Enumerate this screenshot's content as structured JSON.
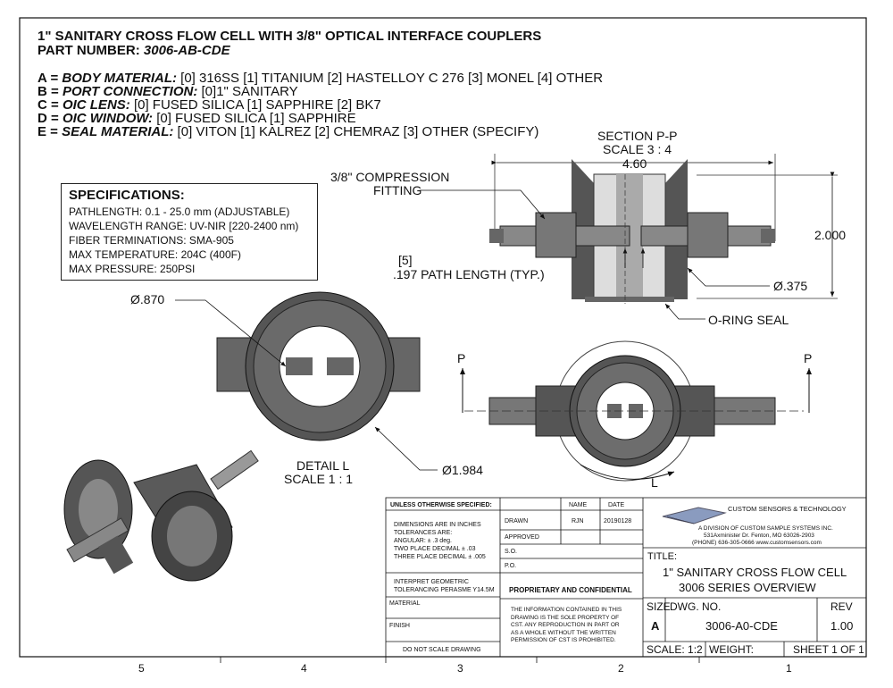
{
  "header": {
    "line1": "1\" SANITARY CROSS FLOW CELL WITH 3/8\" OPTICAL INTERFACE COUPLERS",
    "line2_label": "PART NUMBER: ",
    "line2_value": "3006-AB-CDE"
  },
  "options": [
    {
      "key": "A = ",
      "name": "BODY MATERIAL:",
      "values": " [0] 316SS [1] TITANIUM [2] HASTELLOY C 276 [3] MONEL [4] OTHER"
    },
    {
      "key": "B = ",
      "name": "PORT CONNECTION:",
      "values": " [0]1\" SANITARY"
    },
    {
      "key": "C = ",
      "name": "OIC LENS:",
      "values": " [0] FUSED SILICA [1] SAPPHIRE [2] BK7"
    },
    {
      "key": "D = ",
      "name": "OIC WINDOW:",
      "values": " [0] FUSED SILICA [1] SAPPHIRE"
    },
    {
      "key": "E = ",
      "name": "SEAL MATERIAL:",
      "values": " [0] VITON [1] KALREZ [2] CHEMRAZ [3] OTHER (SPECIFY)"
    }
  ],
  "specs": {
    "heading": "SPECIFICATIONS:",
    "lines": [
      "PATHLENGTH: 0.1 - 25.0 mm (ADJUSTABLE)",
      "WAVELENGTH RANGE: UV-NIR [220-2400 nm)",
      "FIBER TERMINATIONS: SMA-905",
      "MAX TEMPERATURE: 204C (400F)",
      "MAX PRESSURE: 250PSI"
    ]
  },
  "section": {
    "title": "SECTION P-P",
    "scale": "SCALE 3 : 4",
    "width_dim": "4.60",
    "height_dim": "2.000",
    "fitting_1": "3/8\" COMPRESSION",
    "fitting_2": "FITTING",
    "path_bracket": "[5]",
    "path_label": ".197 PATH LENGTH (TYP.)",
    "dia": "Ø.375",
    "oring": "O-RING SEAL"
  },
  "detail": {
    "dia_small": "Ø.870",
    "dia_large": "Ø1.984",
    "title": "DETAIL L",
    "scale": "SCALE 1 : 1",
    "label_l": "L"
  },
  "view_labels": {
    "p_left": "P",
    "p_right": "P"
  },
  "titleblock": {
    "unless": "UNLESS OTHERWISE SPECIFIED:",
    "name_h": "NAME",
    "date_h": "DATE",
    "dims_lines": [
      "DIMENSIONS ARE IN INCHES",
      "TOLERANCES ARE:",
      "ANGULAR: ± .3 deg.",
      "TWO PLACE DECIMAL   ± .03",
      "THREE PLACE DECIMAL  ± .005"
    ],
    "drawn": "DRAWN",
    "drawn_name": "RJN",
    "drawn_date": "20190128",
    "approved": "APPROVED",
    "so": "S.O.",
    "po": "P.O.",
    "interpret_1": "INTERPRET GEOMETRIC",
    "interpret_2": "TOLERANCING PERASME Y14.5M",
    "material": "MATERIAL",
    "finish": "FINISH",
    "noscale": "DO NOT SCALE DRAWING",
    "proprietary": "PROPRIETARY AND CONFIDENTIAL",
    "prop_lines": [
      "THE INFORMATION CONTAINED IN THIS",
      "DRAWING IS THE SOLE PROPERTY OF",
      "CST.  ANY REPRODUCTION IN PART OR",
      "AS A WHOLE WITHOUT THE WRITTEN",
      "PERMISSION OF CST IS PROHIBITED."
    ],
    "company": "CUSTOM SENSORS & TECHNOLOGY",
    "division": "A DIVISION OF CUSTOM SAMPLE SYSTEMS INC.",
    "address": "531Axminister Dr. Fenton, MO 63026-2903",
    "phone": "(PHONE) 636-305-0666     www.customsensors.com",
    "title_label": "TITLE:",
    "title_1": "1\" SANITARY CROSS FLOW CELL",
    "title_2": "3006 SERIES OVERVIEW",
    "size_label": "SIZE",
    "size": "A",
    "dwg_label": "DWG.  NO.",
    "dwg": "3006-A0-CDE",
    "rev_label": "REV",
    "rev": "1.00",
    "scale": "SCALE: 1:2",
    "weight": "WEIGHT:",
    "sheet": "SHEET 1 OF 1"
  },
  "zones": [
    "5",
    "4",
    "3",
    "2",
    "1"
  ]
}
